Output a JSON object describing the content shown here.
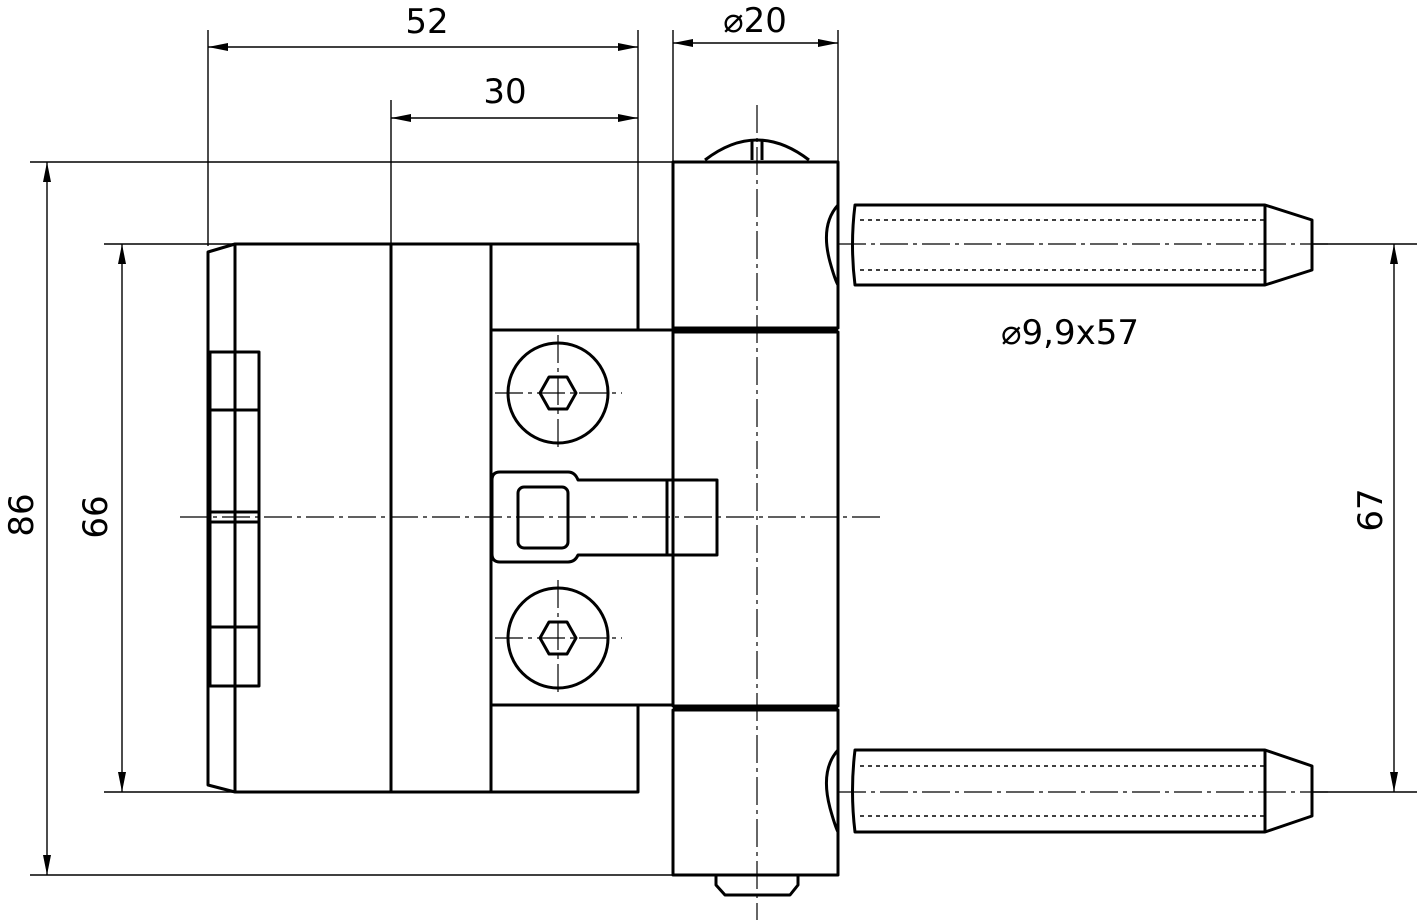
{
  "drawing": {
    "dimensions": {
      "overall_depth": "52",
      "body_depth": "30",
      "barrel_diameter": "⌀20",
      "total_height": "86",
      "plate_height": "66",
      "pin_spacing": "67",
      "pin_spec": "⌀9,9x57"
    },
    "line_color": "#000000",
    "background": "#ffffff"
  }
}
